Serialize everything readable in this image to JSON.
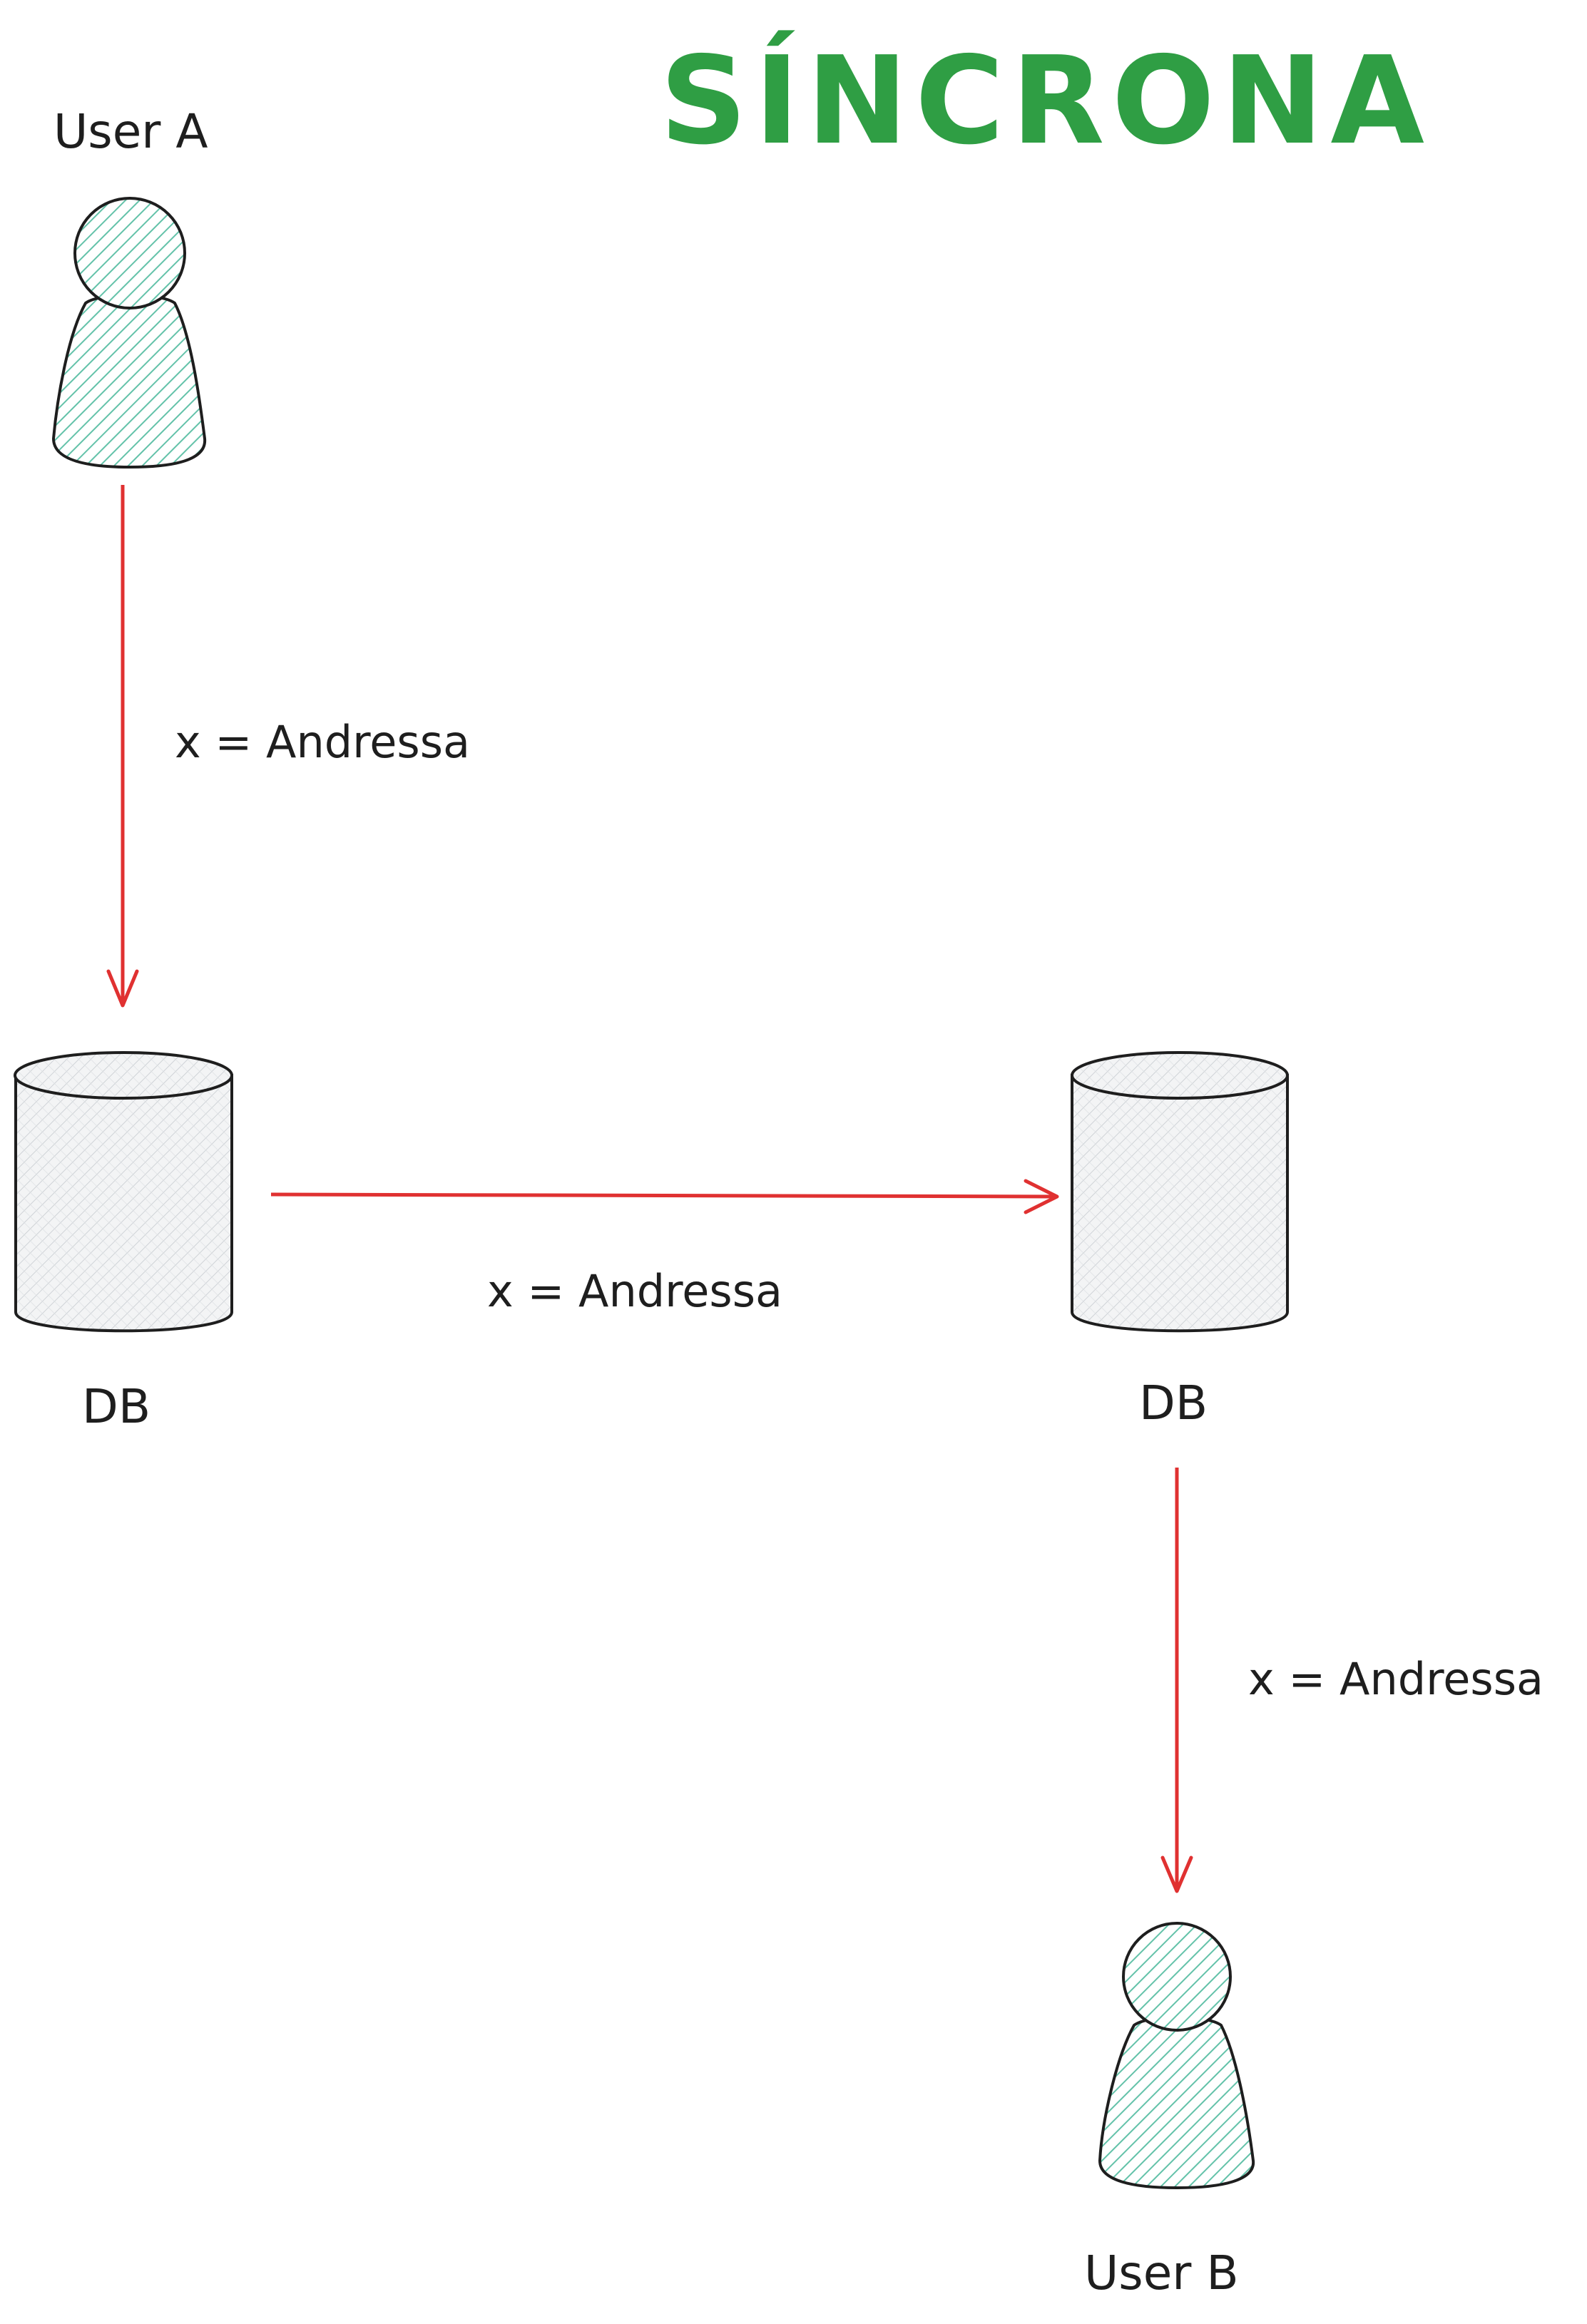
{
  "title": {
    "text": "SÍNCRONA",
    "color": "#2f9e44"
  },
  "colors": {
    "arrow": "#e03131",
    "user_fill": "#a5d8cc",
    "user_stroke": "#1e1e1e",
    "db_fill": "#e9ecef",
    "db_stroke": "#1e1e1e",
    "text": "#1e1e1e"
  },
  "nodes": {
    "user_a": {
      "label": "User A",
      "icon": "user-icon"
    },
    "db_left": {
      "label": "DB",
      "icon": "database-icon"
    },
    "db_right": {
      "label": "DB",
      "icon": "database-icon"
    },
    "user_b": {
      "label": "User B",
      "icon": "user-icon"
    }
  },
  "edges": {
    "user_a_to_db_left": {
      "label": "x = Andressa"
    },
    "db_left_to_db_right": {
      "label": "x = Andressa"
    },
    "db_right_to_user_b": {
      "label": "x = Andressa"
    }
  }
}
